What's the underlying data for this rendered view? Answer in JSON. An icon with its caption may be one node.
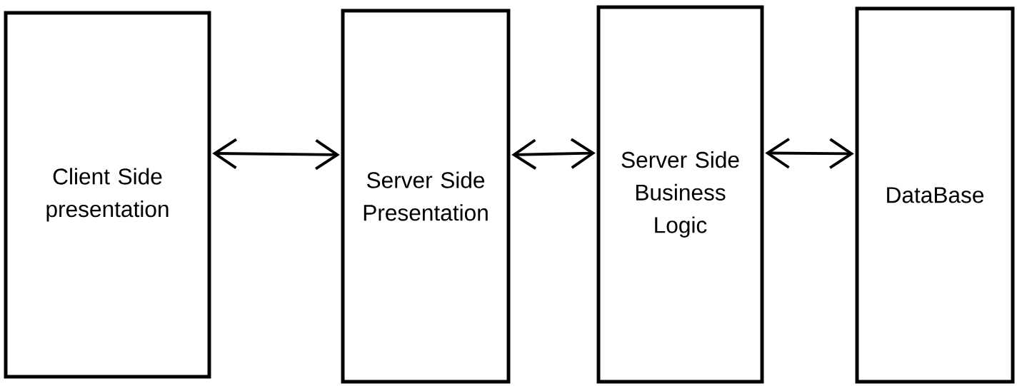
{
  "diagram": {
    "nodes": [
      {
        "text": [
          "Client Side presentation"
        ]
      },
      {
        "text": [
          "Server Side Presentation"
        ]
      },
      {
        "text": [
          "Server Side Business Logic"
        ]
      },
      {
        "text": [
          "DataBase"
        ]
      }
    ],
    "edges": [
      {
        "from": 0,
        "to": 1,
        "arrow": "both"
      },
      {
        "from": 1,
        "to": 2,
        "arrow": "both"
      },
      {
        "from": 2,
        "to": 3,
        "arrow": "both"
      }
    ]
  }
}
